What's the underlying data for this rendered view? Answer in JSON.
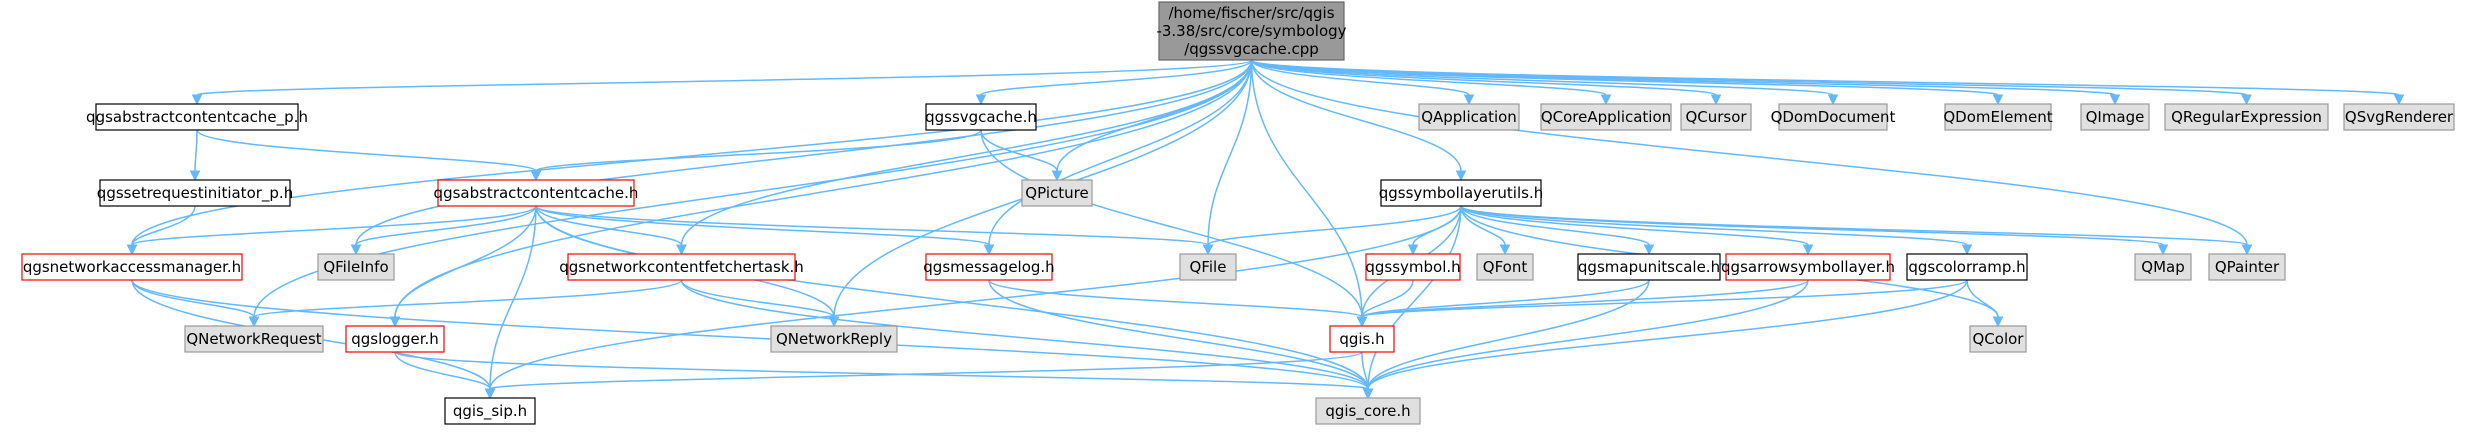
{
  "colors": {
    "edge": "#63b8ff",
    "root_fill": "#999999",
    "root_border": "#666666",
    "default_fill": "#ffffff",
    "default_border": "#000000",
    "red_border": "#ff0000",
    "gray_fill": "#e0e0e0",
    "gray_border": "#999999"
  },
  "nodes": {
    "root": {
      "lines": [
        "/home/fischer/src/qgis",
        "-3.38/src/core/symbology",
        "/qgssvgcache.cpp"
      ],
      "style": "root"
    },
    "abscache_p": {
      "lines": [
        "qgsabstractcontentcache_p.h"
      ],
      "style": "default"
    },
    "svgcache_h": {
      "lines": [
        "qgssvgcache.h"
      ],
      "style": "default"
    },
    "qapplication": {
      "lines": [
        "QApplication"
      ],
      "style": "gray"
    },
    "qcoreapp": {
      "lines": [
        "QCoreApplication"
      ],
      "style": "gray"
    },
    "qcursor": {
      "lines": [
        "QCursor"
      ],
      "style": "gray"
    },
    "qdomdocument": {
      "lines": [
        "QDomDocument"
      ],
      "style": "gray"
    },
    "qdomelement": {
      "lines": [
        "QDomElement"
      ],
      "style": "gray"
    },
    "qimage": {
      "lines": [
        "QImage"
      ],
      "style": "gray"
    },
    "qregexp": {
      "lines": [
        "QRegularExpression"
      ],
      "style": "gray"
    },
    "qsvgrenderer": {
      "lines": [
        "QSvgRenderer"
      ],
      "style": "gray"
    },
    "setreqinit": {
      "lines": [
        "qgssetrequestinitiator_p.h"
      ],
      "style": "default"
    },
    "abscache_h": {
      "lines": [
        "qgsabstractcontentcache.h"
      ],
      "style": "red"
    },
    "qpicture": {
      "lines": [
        "QPicture"
      ],
      "style": "gray"
    },
    "symlayerutils": {
      "lines": [
        "qgssymbollayerutils.h"
      ],
      "style": "default"
    },
    "netaccess": {
      "lines": [
        "qgsnetworkaccessmanager.h"
      ],
      "style": "red"
    },
    "qfileinfo": {
      "lines": [
        "QFileInfo"
      ],
      "style": "gray"
    },
    "netfetch": {
      "lines": [
        "qgsnetworkcontentfetchertask.h"
      ],
      "style": "red"
    },
    "msglog": {
      "lines": [
        "qgsmessagelog.h"
      ],
      "style": "red"
    },
    "qfile": {
      "lines": [
        "QFile"
      ],
      "style": "gray"
    },
    "symbol_h": {
      "lines": [
        "qgssymbol.h"
      ],
      "style": "red"
    },
    "qfont": {
      "lines": [
        "QFont"
      ],
      "style": "gray"
    },
    "mapunitscale": {
      "lines": [
        "qgsmapunitscale.h"
      ],
      "style": "default"
    },
    "arrowsym": {
      "lines": [
        "qgsarrowsymbollayer.h"
      ],
      "style": "red"
    },
    "colorramp": {
      "lines": [
        "qgscolorramp.h"
      ],
      "style": "default"
    },
    "qmap": {
      "lines": [
        "QMap"
      ],
      "style": "gray"
    },
    "qpainter": {
      "lines": [
        "QPainter"
      ],
      "style": "gray"
    },
    "qnetreq": {
      "lines": [
        "QNetworkRequest"
      ],
      "style": "gray"
    },
    "logger": {
      "lines": [
        "qgslogger.h"
      ],
      "style": "red"
    },
    "qnetreply": {
      "lines": [
        "QNetworkReply"
      ],
      "style": "gray"
    },
    "qgis_h": {
      "lines": [
        "qgis.h"
      ],
      "style": "red"
    },
    "qcolor": {
      "lines": [
        "QColor"
      ],
      "style": "gray"
    },
    "qgis_sip": {
      "lines": [
        "qgis_sip.h"
      ],
      "style": "default"
    },
    "qgis_core": {
      "lines": [
        "qgis_core.h"
      ],
      "style": "gray"
    }
  },
  "edges": [
    [
      "root",
      "abscache_p"
    ],
    [
      "root",
      "svgcache_h"
    ],
    [
      "root",
      "qapplication"
    ],
    [
      "root",
      "qcoreapp"
    ],
    [
      "root",
      "qcursor"
    ],
    [
      "root",
      "qdomdocument"
    ],
    [
      "root",
      "qdomelement"
    ],
    [
      "root",
      "qimage"
    ],
    [
      "root",
      "qregexp"
    ],
    [
      "root",
      "qsvgrenderer"
    ],
    [
      "root",
      "netaccess"
    ],
    [
      "root",
      "qnetreq"
    ],
    [
      "root",
      "logger"
    ],
    [
      "root",
      "qfileinfo"
    ],
    [
      "root",
      "qpicture"
    ],
    [
      "root",
      "symlayerutils"
    ],
    [
      "root",
      "netfetch"
    ],
    [
      "root",
      "msglog"
    ],
    [
      "root",
      "qfile"
    ],
    [
      "root",
      "qnetreply"
    ],
    [
      "root",
      "qgis_h"
    ],
    [
      "root",
      "qpainter"
    ],
    [
      "abscache_p",
      "setreqinit"
    ],
    [
      "abscache_p",
      "abscache_h"
    ],
    [
      "setreqinit",
      "netaccess"
    ],
    [
      "svgcache_h",
      "abscache_h"
    ],
    [
      "svgcache_h",
      "qpicture"
    ],
    [
      "svgcache_h",
      "qgis_h"
    ],
    [
      "abscache_h",
      "netaccess"
    ],
    [
      "abscache_h",
      "qfileinfo"
    ],
    [
      "abscache_h",
      "netfetch"
    ],
    [
      "abscache_h",
      "msglog"
    ],
    [
      "abscache_h",
      "qfile"
    ],
    [
      "abscache_h",
      "logger"
    ],
    [
      "abscache_h",
      "qnetreply"
    ],
    [
      "abscache_h",
      "qgis_sip"
    ],
    [
      "abscache_h",
      "qgis_core"
    ],
    [
      "symlayerutils",
      "qfile"
    ],
    [
      "symlayerutils",
      "symbol_h"
    ],
    [
      "symlayerutils",
      "qfont"
    ],
    [
      "symlayerutils",
      "mapunitscale"
    ],
    [
      "symlayerutils",
      "arrowsym"
    ],
    [
      "symlayerutils",
      "colorramp"
    ],
    [
      "symlayerutils",
      "qmap"
    ],
    [
      "symlayerutils",
      "qpainter"
    ],
    [
      "symlayerutils",
      "qcolor"
    ],
    [
      "symlayerutils",
      "qgis_h"
    ],
    [
      "symlayerutils",
      "qgis_sip"
    ],
    [
      "symlayerutils",
      "qgis_core"
    ],
    [
      "netaccess",
      "qnetreq"
    ],
    [
      "netaccess",
      "qgis_sip"
    ],
    [
      "netaccess",
      "qgis_core"
    ],
    [
      "netfetch",
      "qnetreq"
    ],
    [
      "netfetch",
      "qnetreply"
    ],
    [
      "netfetch",
      "qgis_core"
    ],
    [
      "msglog",
      "qgis_h"
    ],
    [
      "msglog",
      "qgis_core"
    ],
    [
      "symbol_h",
      "qgis_h"
    ],
    [
      "mapunitscale",
      "qgis_h"
    ],
    [
      "mapunitscale",
      "qgis_core"
    ],
    [
      "arrowsym",
      "qgis_h"
    ],
    [
      "arrowsym",
      "qgis_core"
    ],
    [
      "colorramp",
      "qcolor"
    ],
    [
      "colorramp",
      "qgis_h"
    ],
    [
      "colorramp",
      "qgis_core"
    ],
    [
      "logger",
      "qgis_sip"
    ],
    [
      "logger",
      "qgis_core"
    ],
    [
      "qgis_h",
      "qgis_sip"
    ],
    [
      "qgis_h",
      "qgis_core"
    ]
  ]
}
